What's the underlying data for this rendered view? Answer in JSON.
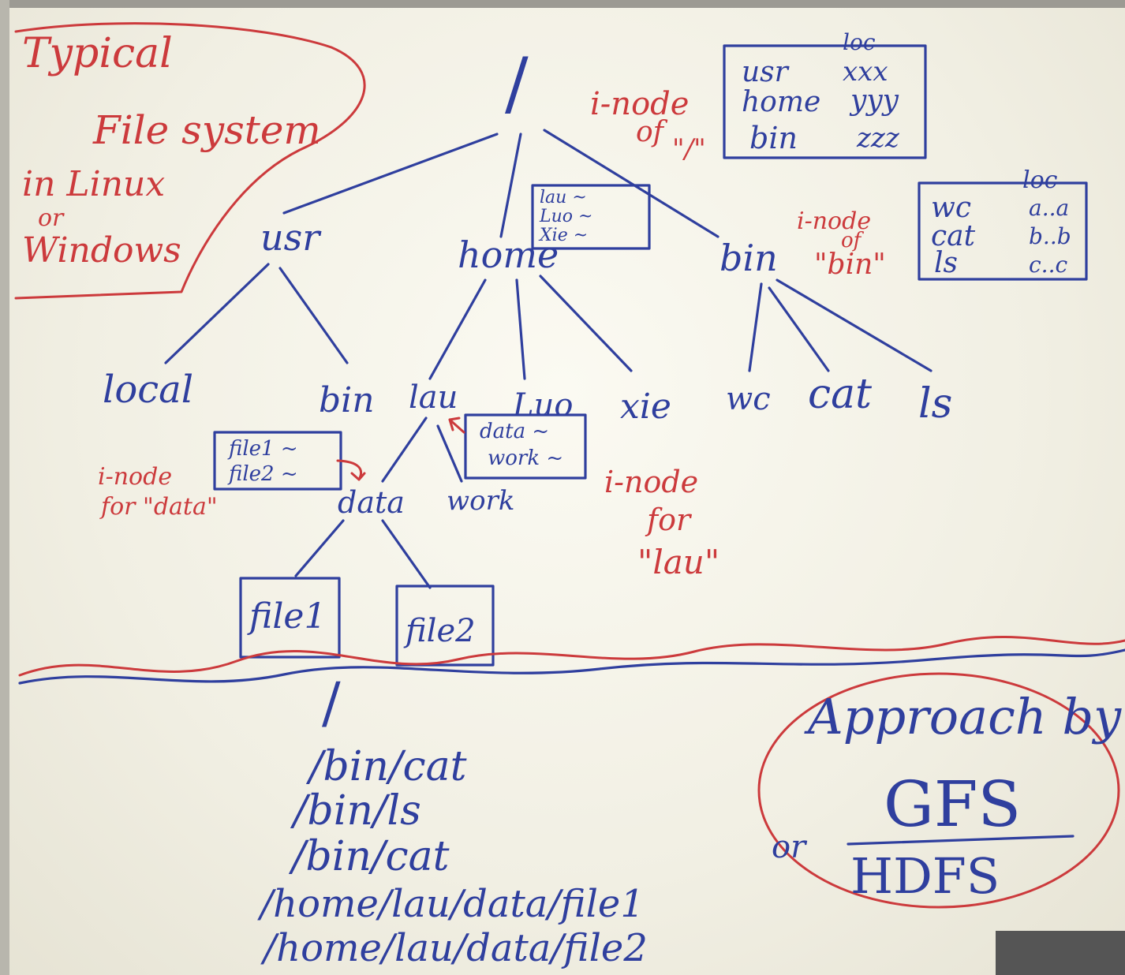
{
  "title": {
    "line1": "Typical",
    "line2": "File system",
    "line3": "in Linux",
    "line4": "or",
    "line5": "Windows"
  },
  "root": "/",
  "root_inode": {
    "label1": "i-node",
    "label2": "of",
    "label3": "\"/\"",
    "loc_header": "loc",
    "rows": [
      {
        "name": "usr",
        "loc": "xxx"
      },
      {
        "name": "home",
        "loc": "yyy"
      },
      {
        "name": "bin",
        "loc": "zzz"
      }
    ]
  },
  "level1": {
    "usr": "usr",
    "home": "home",
    "bin": "bin"
  },
  "home_inode": {
    "rows": [
      "lau ~",
      "Luo ~",
      "Xie ~"
    ]
  },
  "bin_inode": {
    "label1": "i-node",
    "label2": "of",
    "label3": "\"bin\"",
    "loc_header": "loc",
    "rows": [
      {
        "name": "wc",
        "loc": "a..a"
      },
      {
        "name": "cat",
        "loc": "b..b"
      },
      {
        "name": "ls",
        "loc": "c..c"
      }
    ]
  },
  "level2": {
    "local": "local",
    "usr_bin": "bin",
    "lau": "lau",
    "luo": "Luo",
    "xie": "xie",
    "wc": "wc",
    "cat": "cat",
    "ls": "ls"
  },
  "data_inode": {
    "label1": "i-node",
    "label2": "for \"data\"",
    "rows": [
      "file1 ~",
      "file2 ~"
    ]
  },
  "lau_inode": {
    "label1": "i-node",
    "label2": "for",
    "label3": "\"lau\"",
    "rows": [
      "data ~",
      "work ~"
    ]
  },
  "level3": {
    "data": "data",
    "work": "work"
  },
  "files": {
    "file1": "file1",
    "file2": "file2"
  },
  "paths": {
    "root": "/",
    "p1": "/bin/cat",
    "p2": "/bin/ls",
    "p3": "/bin/cat",
    "p4": "/home/lau/data/file1",
    "p5": "/home/lau/data/file2"
  },
  "approach": {
    "line1": "Approach by",
    "gfs": "GFS",
    "or": "or",
    "hdfs": "HDFS"
  },
  "colors": {
    "blue_marker": "#2f3f9e",
    "red_marker": "#cc3a3c",
    "board": "#f3f1e7"
  }
}
